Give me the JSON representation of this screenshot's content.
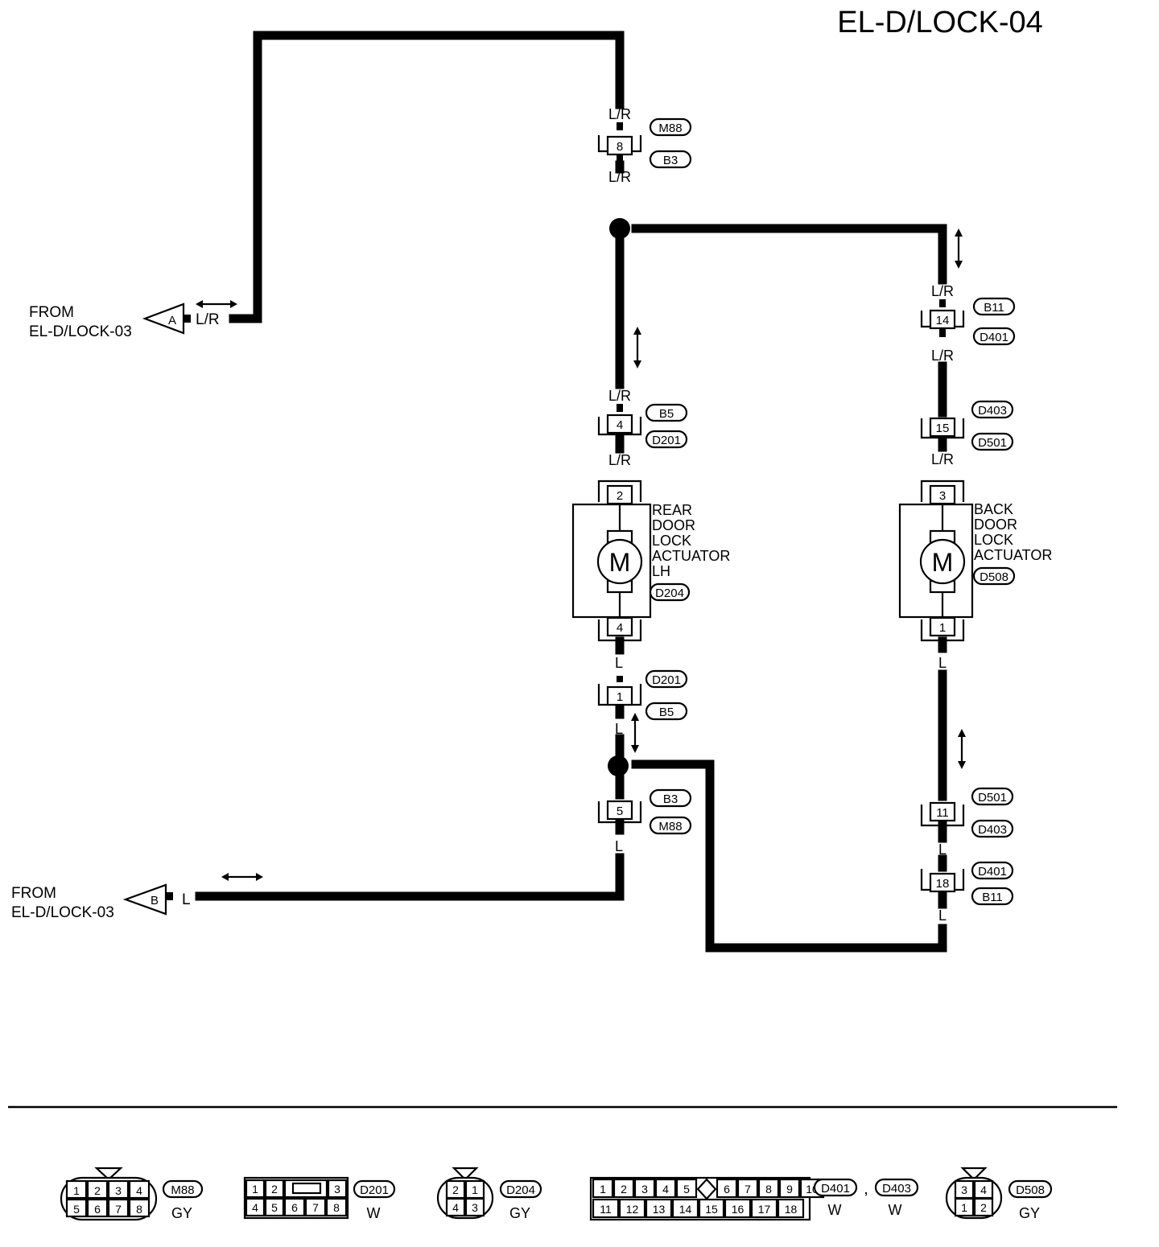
{
  "page_title": "EL-D/LOCK-04",
  "colors": {
    "ink": "#000000",
    "paper": "#ffffff"
  },
  "sources": {
    "a": {
      "label": "A",
      "from": "FROM",
      "ref": "EL-D/LOCK-03",
      "wire": "L/R"
    },
    "b": {
      "label": "B",
      "from": "FROM",
      "ref": "EL-D/LOCK-03",
      "wire": "L"
    }
  },
  "connectors": {
    "c_m88_b3_top": {
      "pin": "8",
      "top_wire": "L/R",
      "bottom_wire": "L/R",
      "tag1": "M88",
      "tag2": "B3"
    },
    "c_b11_d401": {
      "pin": "14",
      "top_wire": "L/R",
      "bottom_wire": "L/R",
      "tag1": "B11",
      "tag2": "D401"
    },
    "c_b5_d201": {
      "pin": "4",
      "top_wire": "L/R",
      "bottom_wire": "L/R",
      "tag1": "B5",
      "tag2": "D201"
    },
    "c_d403_d501": {
      "pin": "15",
      "bottom_wire": "L/R",
      "tag1": "D403",
      "tag2": "D501"
    },
    "c_d201_b5": {
      "pin": "1",
      "bottom_wire": "L",
      "tag1": "D201",
      "tag2": "B5"
    },
    "c_b3_m88": {
      "pin": "5",
      "bottom_wire": "L",
      "tag1": "B3",
      "tag2": "M88"
    },
    "c_d501_d403": {
      "pin": "11",
      "bottom_wire": "L",
      "tag1": "D501",
      "tag2": "D403"
    },
    "c_d401_b11": {
      "pin": "18",
      "bottom_wire": "L",
      "tag1": "D401",
      "tag2": "B11"
    }
  },
  "actuators": {
    "rear": {
      "name_lines": [
        "REAR",
        "DOOR",
        "LOCK",
        "ACTUATOR",
        "LH"
      ],
      "tag": "D204",
      "top_pin": "2",
      "bottom_pin": "4",
      "motor": "M",
      "bottom_wire": "L"
    },
    "back": {
      "name_lines": [
        "BACK",
        "DOOR",
        "LOCK",
        "ACTUATOR"
      ],
      "tag": "D508",
      "top_pin": "3",
      "bottom_pin": "1",
      "motor": "M",
      "bottom_wire": "L"
    }
  },
  "legend": {
    "m88": {
      "tag": "M88",
      "color": "GY",
      "top": [
        "1",
        "2",
        "3",
        "4"
      ],
      "bottom": [
        "5",
        "6",
        "7",
        "8"
      ]
    },
    "d201": {
      "tag": "D201",
      "color": "W",
      "top": [
        "1",
        "2",
        "3"
      ],
      "bottom": [
        "4",
        "5",
        "6",
        "7",
        "8"
      ]
    },
    "d204": {
      "tag": "D204",
      "color": "GY",
      "top": [
        "2",
        "1"
      ],
      "bottom": [
        "4",
        "3"
      ]
    },
    "d401": {
      "tag1": "D401",
      "color1": "W",
      "separator": ",",
      "tag2": "D403",
      "color2": "W",
      "top": [
        "1",
        "2",
        "3",
        "4",
        "5",
        "6",
        "7",
        "8",
        "9",
        "10"
      ],
      "bottom": [
        "11",
        "12",
        "13",
        "14",
        "15",
        "16",
        "17",
        "18"
      ]
    },
    "d508": {
      "tag": "D508",
      "color": "GY",
      "top": [
        "3",
        "4"
      ],
      "bottom": [
        "1",
        "2"
      ]
    }
  }
}
